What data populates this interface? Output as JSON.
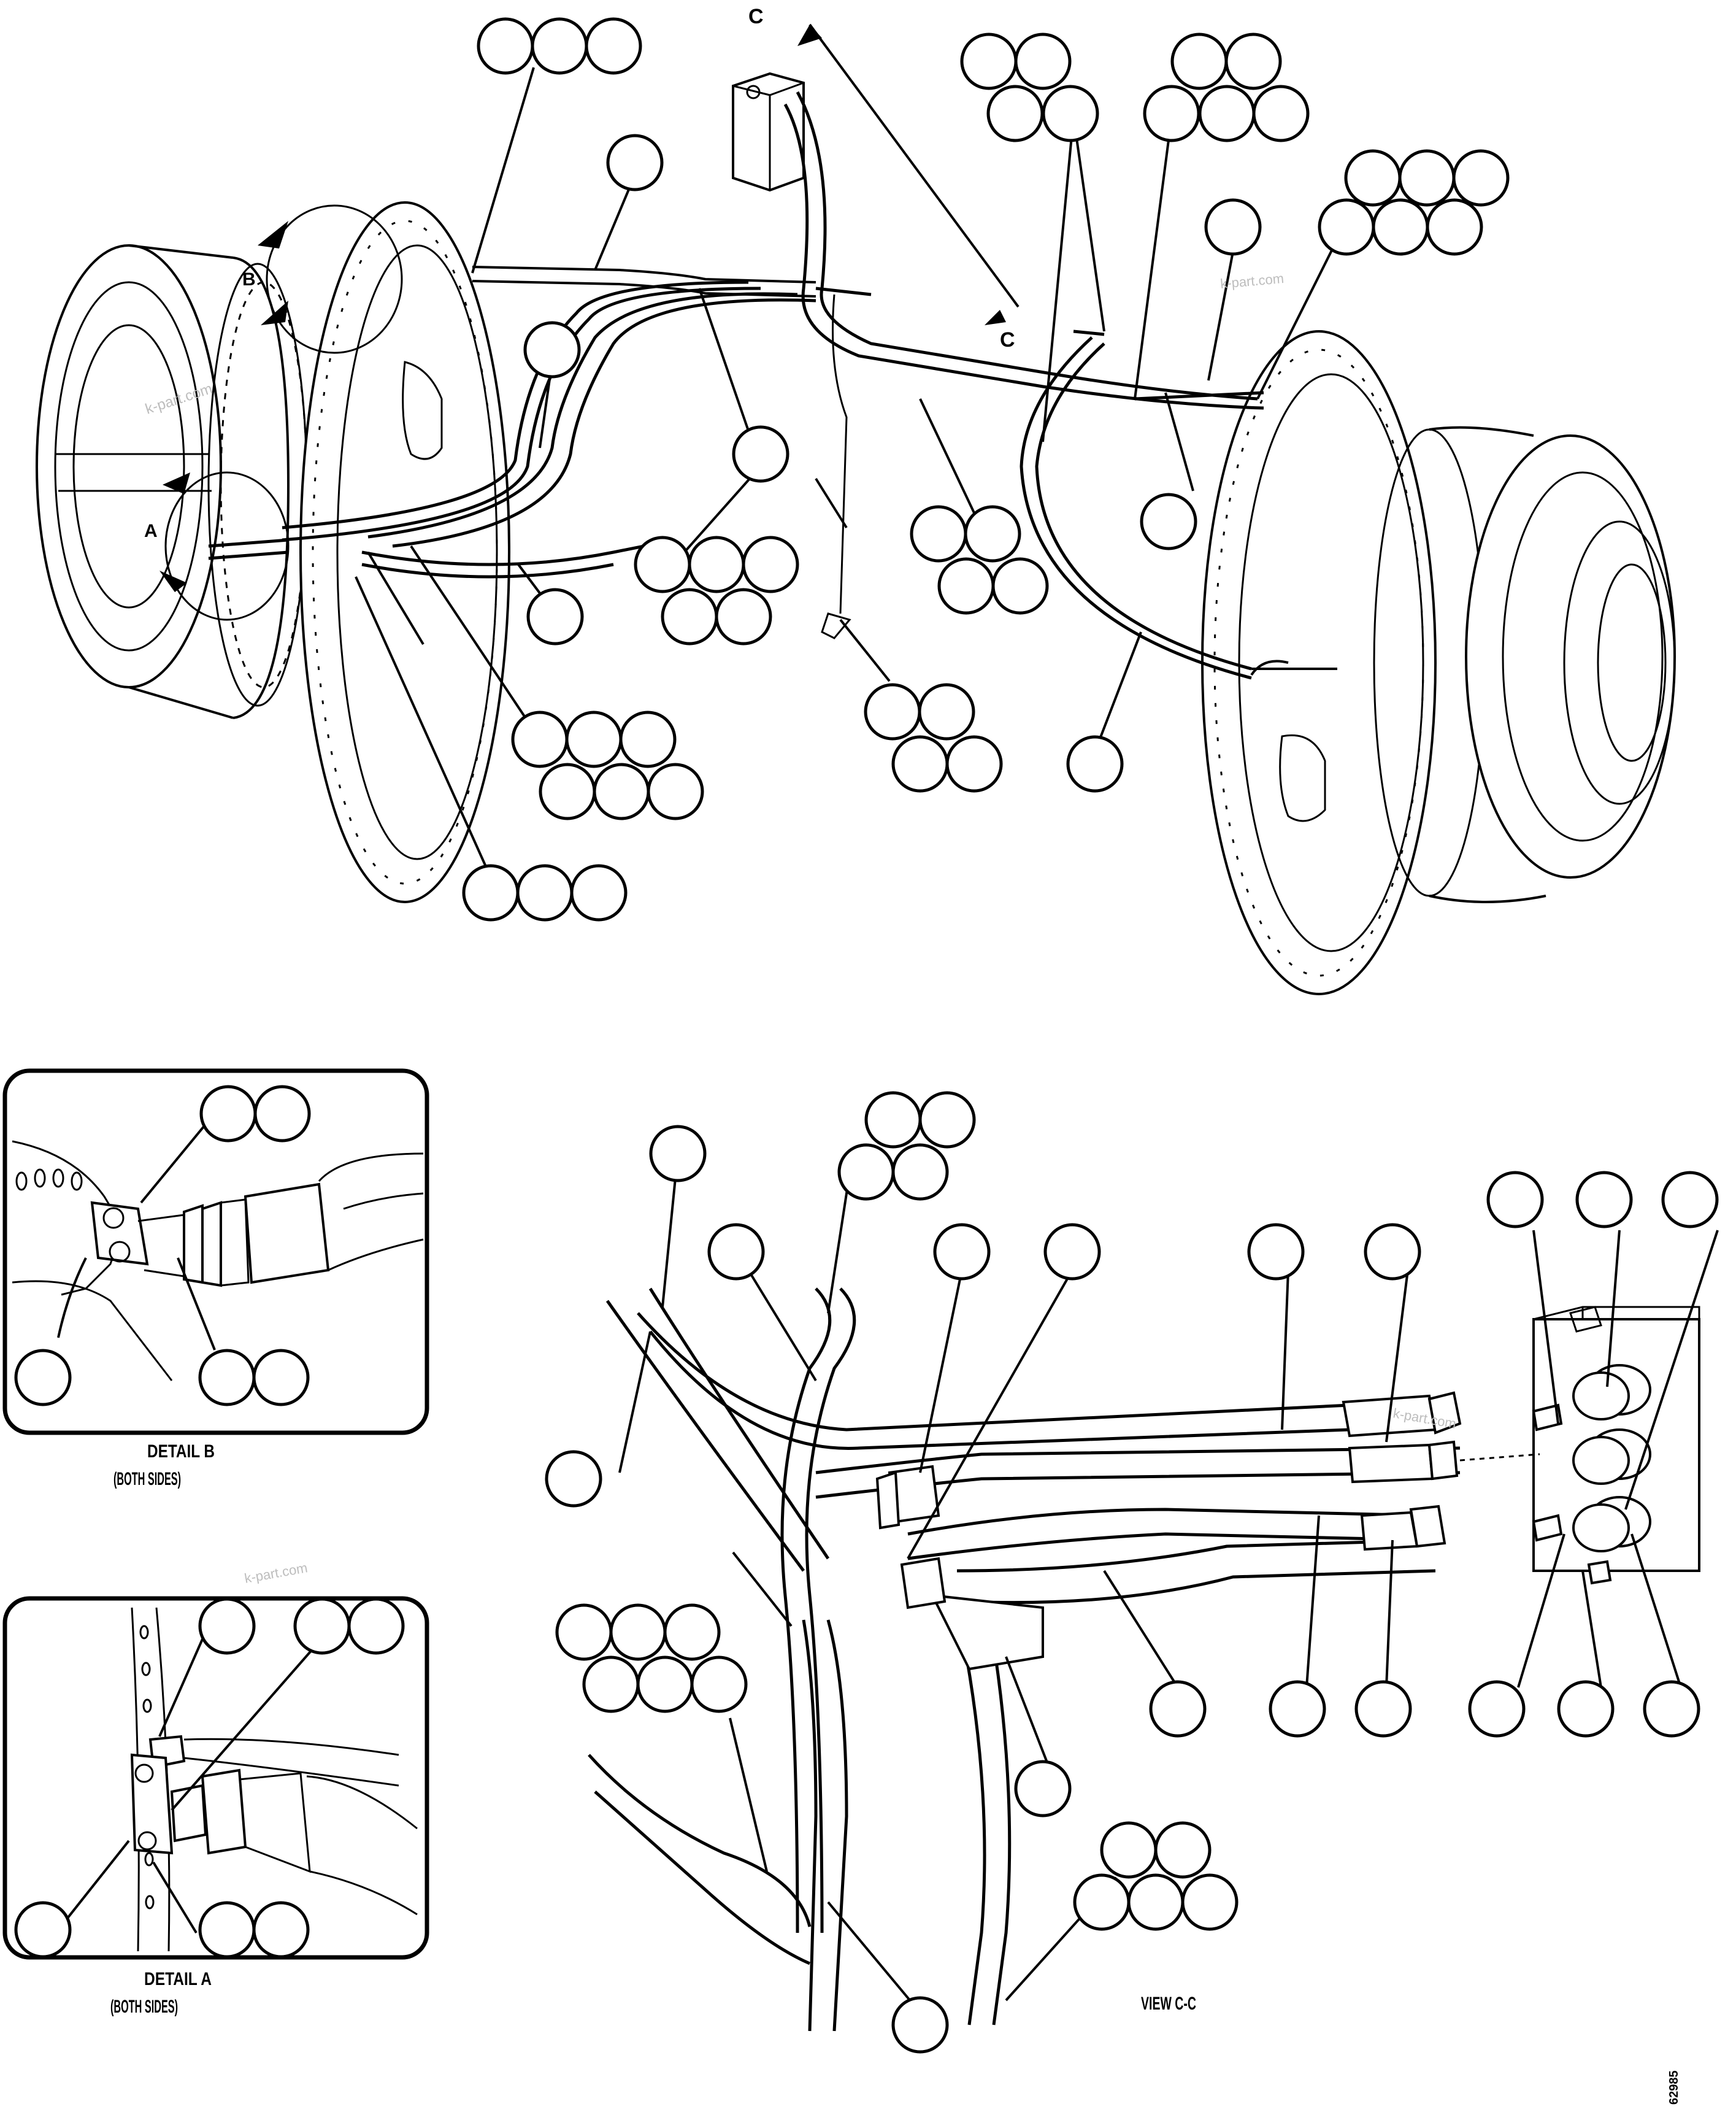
{
  "labels": {
    "detail_b_title": "DETAIL B",
    "detail_b_sub": "(BOTH SIDES)",
    "detail_a_title": "DETAIL A",
    "detail_a_sub": "(BOTH SIDES)",
    "view_cc": "VIEW C-C",
    "callout_a": "A",
    "callout_b": "B",
    "section_c_top": "C",
    "section_c_bottom": "C",
    "drawing_number": "62985"
  },
  "watermarks": [
    "k-part.com",
    "k-part.com",
    "k-part.com",
    "k-part.com"
  ],
  "colors": {
    "ink": "#000000",
    "paper": "#ffffff",
    "watermark": "#bdbdbd"
  }
}
